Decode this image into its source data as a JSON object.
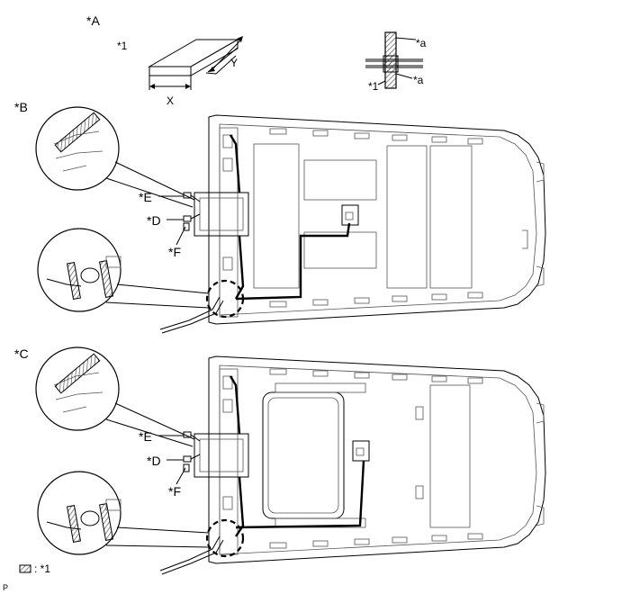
{
  "legend": {
    "A": "*A",
    "one": "*1",
    "x": "X",
    "y": "Y",
    "a_top": "*a",
    "a_bottom": "*a",
    "one_cross": "*1"
  },
  "panel_b": {
    "label": "*B",
    "e": "*E",
    "d": "*D",
    "f": "*F"
  },
  "panel_c": {
    "label": "*C",
    "e": "*E",
    "d": "*D",
    "f": "*F"
  },
  "footer": {
    "key": ": *1",
    "corner": "P"
  },
  "colors": {
    "line": "#000000",
    "hatch": "#555555",
    "background": "#ffffff"
  },
  "icons": [
    "foam-block-icon",
    "cross-section-icon",
    "hatch-swatch-icon",
    "dashed-circle-icon",
    "magnifier-circle-icon"
  ]
}
